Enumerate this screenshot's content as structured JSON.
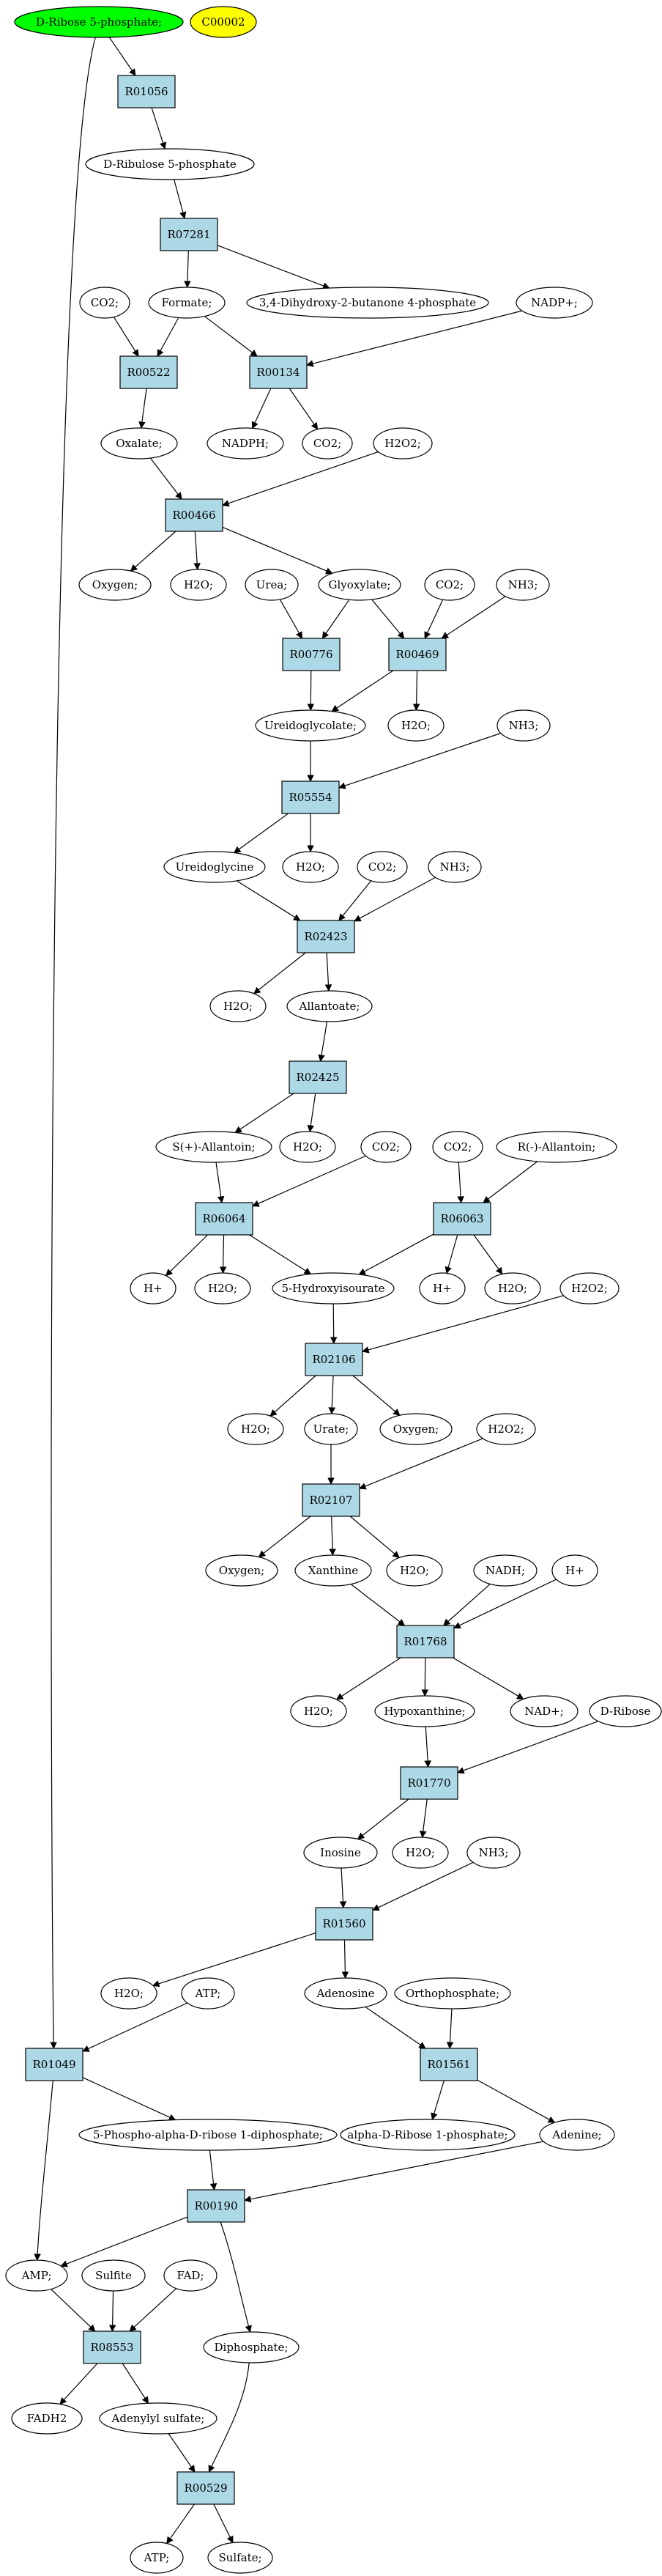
{
  "nodes": [
    {
      "id": "dr5p_top",
      "label": "D-Ribose 5-phosphate;",
      "shape": "ellipse",
      "color": "#00ff00"
    },
    {
      "id": "c00002",
      "label": "C00002",
      "shape": "ellipse",
      "color": "#ffff00"
    },
    {
      "id": "r01056",
      "label": "R01056",
      "shape": "box"
    },
    {
      "id": "drl5p",
      "label": "D-Ribulose 5-phosphate",
      "shape": "ellipse"
    },
    {
      "id": "r07281",
      "label": "R07281",
      "shape": "box"
    },
    {
      "id": "co2_a",
      "label": "CO2;",
      "shape": "ellipse"
    },
    {
      "id": "formate",
      "label": "Formate;",
      "shape": "ellipse"
    },
    {
      "id": "dhb4p",
      "label": "3,4-Dihydroxy-2-butanone 4-phosphate",
      "shape": "ellipse"
    },
    {
      "id": "nadp",
      "label": "NADP+;",
      "shape": "ellipse"
    },
    {
      "id": "r00522",
      "label": "R00522",
      "shape": "box"
    },
    {
      "id": "r00134",
      "label": "R00134",
      "shape": "box"
    },
    {
      "id": "nadph",
      "label": "NADPH;",
      "shape": "ellipse"
    },
    {
      "id": "co2_b",
      "label": "CO2;",
      "shape": "ellipse"
    },
    {
      "id": "oxalate",
      "label": "Oxalate;",
      "shape": "ellipse"
    },
    {
      "id": "h2o2_a",
      "label": "H2O2;",
      "shape": "ellipse"
    },
    {
      "id": "r00466",
      "label": "R00466",
      "shape": "box"
    },
    {
      "id": "oxygen_a",
      "label": "Oxygen;",
      "shape": "ellipse"
    },
    {
      "id": "h2o_a",
      "label": "H2O;",
      "shape": "ellipse"
    },
    {
      "id": "urea",
      "label": "Urea;",
      "shape": "ellipse"
    },
    {
      "id": "glyoxylate",
      "label": "Glyoxylate;",
      "shape": "ellipse"
    },
    {
      "id": "co2_c",
      "label": "CO2;",
      "shape": "ellipse"
    },
    {
      "id": "nh3_a",
      "label": "NH3;",
      "shape": "ellipse"
    },
    {
      "id": "r00776",
      "label": "R00776",
      "shape": "box"
    },
    {
      "id": "r00469",
      "label": "R00469",
      "shape": "box"
    },
    {
      "id": "ureidoglycolate",
      "label": "Ureidoglycolate;",
      "shape": "ellipse"
    },
    {
      "id": "h2o_b",
      "label": "H2O;",
      "shape": "ellipse"
    },
    {
      "id": "nh3_b",
      "label": "NH3;",
      "shape": "ellipse"
    },
    {
      "id": "r05554",
      "label": "R05554",
      "shape": "box"
    },
    {
      "id": "ureidoglycine",
      "label": "Ureidoglycine",
      "shape": "ellipse"
    },
    {
      "id": "h2o_c",
      "label": "H2O;",
      "shape": "ellipse"
    },
    {
      "id": "co2_d",
      "label": "CO2;",
      "shape": "ellipse"
    },
    {
      "id": "nh3_c",
      "label": "NH3;",
      "shape": "ellipse"
    },
    {
      "id": "r02423",
      "label": "R02423",
      "shape": "box"
    },
    {
      "id": "h2o_d",
      "label": "H2O;",
      "shape": "ellipse"
    },
    {
      "id": "allantoate",
      "label": "Allantoate;",
      "shape": "ellipse"
    },
    {
      "id": "r02425",
      "label": "R02425",
      "shape": "box"
    },
    {
      "id": "s_allantoin",
      "label": "S(+)-Allantoin;",
      "shape": "ellipse"
    },
    {
      "id": "h2o_e",
      "label": "H2O;",
      "shape": "ellipse"
    },
    {
      "id": "co2_e",
      "label": "CO2;",
      "shape": "ellipse"
    },
    {
      "id": "co2_f",
      "label": "CO2;",
      "shape": "ellipse"
    },
    {
      "id": "r_allantoin",
      "label": "R(-)-Allantoin;",
      "shape": "ellipse"
    },
    {
      "id": "r06064",
      "label": "R06064",
      "shape": "box"
    },
    {
      "id": "r06063",
      "label": "R06063",
      "shape": "box"
    },
    {
      "id": "hplus_a",
      "label": "H+",
      "shape": "ellipse"
    },
    {
      "id": "h2o_f",
      "label": "H2O;",
      "shape": "ellipse"
    },
    {
      "id": "hiu",
      "label": "5-Hydroxyisourate",
      "shape": "ellipse"
    },
    {
      "id": "hplus_b",
      "label": "H+",
      "shape": "ellipse"
    },
    {
      "id": "h2o_g",
      "label": "H2O;",
      "shape": "ellipse"
    },
    {
      "id": "h2o2_b",
      "label": "H2O2;",
      "shape": "ellipse"
    },
    {
      "id": "r02106",
      "label": "R02106",
      "shape": "box"
    },
    {
      "id": "h2o_h",
      "label": "H2O;",
      "shape": "ellipse"
    },
    {
      "id": "urate",
      "label": "Urate;",
      "shape": "ellipse"
    },
    {
      "id": "oxygen_b",
      "label": "Oxygen;",
      "shape": "ellipse"
    },
    {
      "id": "h2o2_c",
      "label": "H2O2;",
      "shape": "ellipse"
    },
    {
      "id": "r02107",
      "label": "R02107",
      "shape": "box"
    },
    {
      "id": "oxygen_c",
      "label": "Oxygen;",
      "shape": "ellipse"
    },
    {
      "id": "xanthine",
      "label": "Xanthine",
      "shape": "ellipse"
    },
    {
      "id": "h2o_i",
      "label": "H2O;",
      "shape": "ellipse"
    },
    {
      "id": "nadh",
      "label": "NADH;",
      "shape": "ellipse"
    },
    {
      "id": "hplus_c",
      "label": "H+",
      "shape": "ellipse"
    },
    {
      "id": "r01768",
      "label": "R01768",
      "shape": "box"
    },
    {
      "id": "h2o_j",
      "label": "H2O;",
      "shape": "ellipse"
    },
    {
      "id": "hypoxanthine",
      "label": "Hypoxanthine;",
      "shape": "ellipse"
    },
    {
      "id": "nad",
      "label": "NAD+;",
      "shape": "ellipse"
    },
    {
      "id": "dribose",
      "label": "D-Ribose",
      "shape": "ellipse"
    },
    {
      "id": "r01770",
      "label": "R01770",
      "shape": "box"
    },
    {
      "id": "inosine",
      "label": "Inosine",
      "shape": "ellipse"
    },
    {
      "id": "h2o_k",
      "label": "H2O;",
      "shape": "ellipse"
    },
    {
      "id": "nh3_d",
      "label": "NH3;",
      "shape": "ellipse"
    },
    {
      "id": "r01560",
      "label": "R01560",
      "shape": "box"
    },
    {
      "id": "h2o_l",
      "label": "H2O;",
      "shape": "ellipse"
    },
    {
      "id": "atp_a",
      "label": "ATP;",
      "shape": "ellipse"
    },
    {
      "id": "adenosine",
      "label": "Adenosine",
      "shape": "ellipse"
    },
    {
      "id": "orthophosphate",
      "label": "Orthophosphate;",
      "shape": "ellipse"
    },
    {
      "id": "r01049",
      "label": "R01049",
      "shape": "box"
    },
    {
      "id": "r01561",
      "label": "R01561",
      "shape": "box"
    },
    {
      "id": "prpp",
      "label": "5-Phospho-alpha-D-ribose 1-diphosphate;",
      "shape": "ellipse"
    },
    {
      "id": "adr1p",
      "label": "alpha-D-Ribose 1-phosphate;",
      "shape": "ellipse"
    },
    {
      "id": "adenine",
      "label": "Adenine;",
      "shape": "ellipse"
    },
    {
      "id": "r00190",
      "label": "R00190",
      "shape": "box"
    },
    {
      "id": "amp",
      "label": "AMP;",
      "shape": "ellipse"
    },
    {
      "id": "sulfite",
      "label": "Sulfite",
      "shape": "ellipse"
    },
    {
      "id": "fad",
      "label": "FAD;",
      "shape": "ellipse"
    },
    {
      "id": "r08553",
      "label": "R08553",
      "shape": "box"
    },
    {
      "id": "diphosphate",
      "label": "Diphosphate;",
      "shape": "ellipse"
    },
    {
      "id": "fadh2",
      "label": "FADH2",
      "shape": "ellipse"
    },
    {
      "id": "adenylylsulfate",
      "label": "Adenylyl sulfate;",
      "shape": "ellipse"
    },
    {
      "id": "r00529",
      "label": "R00529",
      "shape": "box"
    },
    {
      "id": "atp_b",
      "label": "ATP;",
      "shape": "ellipse"
    },
    {
      "id": "sulfate",
      "label": "Sulfate;",
      "shape": "ellipse"
    }
  ],
  "edges": [
    [
      "dr5p_top",
      "r01056"
    ],
    [
      "r01056",
      "drl5p"
    ],
    [
      "drl5p",
      "r07281"
    ],
    [
      "r07281",
      "formate"
    ],
    [
      "r07281",
      "dhb4p"
    ],
    [
      "co2_a",
      "r00522"
    ],
    [
      "formate",
      "r00522"
    ],
    [
      "formate",
      "r00134"
    ],
    [
      "nadp",
      "r00134"
    ],
    [
      "r00134",
      "nadph"
    ],
    [
      "r00134",
      "co2_b"
    ],
    [
      "r00522",
      "oxalate"
    ],
    [
      "oxalate",
      "r00466"
    ],
    [
      "h2o2_a",
      "r00466"
    ],
    [
      "r00466",
      "oxygen_a"
    ],
    [
      "r00466",
      "h2o_a"
    ],
    [
      "r00466",
      "glyoxylate"
    ],
    [
      "urea",
      "r00776"
    ],
    [
      "glyoxylate",
      "r00776"
    ],
    [
      "glyoxylate",
      "r00469"
    ],
    [
      "co2_c",
      "r00469"
    ],
    [
      "nh3_a",
      "r00469"
    ],
    [
      "r00776",
      "ureidoglycolate"
    ],
    [
      "r00469",
      "ureidoglycolate"
    ],
    [
      "r00469",
      "h2o_b"
    ],
    [
      "ureidoglycolate",
      "r05554"
    ],
    [
      "nh3_b",
      "r05554"
    ],
    [
      "r05554",
      "ureidoglycine"
    ],
    [
      "r05554",
      "h2o_c"
    ],
    [
      "ureidoglycine",
      "r02423"
    ],
    [
      "co2_d",
      "r02423"
    ],
    [
      "nh3_c",
      "r02423"
    ],
    [
      "r02423",
      "h2o_d"
    ],
    [
      "r02423",
      "allantoate"
    ],
    [
      "allantoate",
      "r02425"
    ],
    [
      "r02425",
      "s_allantoin"
    ],
    [
      "r02425",
      "h2o_e"
    ],
    [
      "s_allantoin",
      "r06064"
    ],
    [
      "co2_e",
      "r06064"
    ],
    [
      "co2_f",
      "r06063"
    ],
    [
      "r_allantoin",
      "r06063"
    ],
    [
      "r06064",
      "hplus_a"
    ],
    [
      "r06064",
      "h2o_f"
    ],
    [
      "r06064",
      "hiu"
    ],
    [
      "r06063",
      "hiu"
    ],
    [
      "r06063",
      "hplus_b"
    ],
    [
      "r06063",
      "h2o_g"
    ],
    [
      "hiu",
      "r02106"
    ],
    [
      "h2o2_b",
      "r02106"
    ],
    [
      "r02106",
      "h2o_h"
    ],
    [
      "r02106",
      "urate"
    ],
    [
      "r02106",
      "oxygen_b"
    ],
    [
      "urate",
      "r02107"
    ],
    [
      "h2o2_c",
      "r02107"
    ],
    [
      "r02107",
      "oxygen_c"
    ],
    [
      "r02107",
      "xanthine"
    ],
    [
      "r02107",
      "h2o_i"
    ],
    [
      "xanthine",
      "r01768"
    ],
    [
      "nadh",
      "r01768"
    ],
    [
      "hplus_c",
      "r01768"
    ],
    [
      "r01768",
      "h2o_j"
    ],
    [
      "r01768",
      "hypoxanthine"
    ],
    [
      "r01768",
      "nad"
    ],
    [
      "hypoxanthine",
      "r01770"
    ],
    [
      "dribose",
      "r01770"
    ],
    [
      "r01770",
      "inosine"
    ],
    [
      "r01770",
      "h2o_k"
    ],
    [
      "inosine",
      "r01560"
    ],
    [
      "nh3_d",
      "r01560"
    ],
    [
      "r01560",
      "h2o_l"
    ],
    [
      "r01560",
      "adenosine"
    ],
    [
      "dr5p_top",
      "r01049"
    ],
    [
      "atp_a",
      "r01049"
    ],
    [
      "adenosine",
      "r01561"
    ],
    [
      "orthophosphate",
      "r01561"
    ],
    [
      "r01049",
      "amp"
    ],
    [
      "r01049",
      "prpp"
    ],
    [
      "r01561",
      "adr1p"
    ],
    [
      "r01561",
      "adenine"
    ],
    [
      "prpp",
      "r00190"
    ],
    [
      "adenine",
      "r00190"
    ],
    [
      "r00190",
      "amp"
    ],
    [
      "r00190",
      "diphosphate"
    ],
    [
      "amp",
      "r08553"
    ],
    [
      "sulfite",
      "r08553"
    ],
    [
      "fad",
      "r08553"
    ],
    [
      "r08553",
      "fadh2"
    ],
    [
      "r08553",
      "adenylylsulfate"
    ],
    [
      "adenylylsulfate",
      "r00529"
    ],
    [
      "diphosphate",
      "r00529"
    ],
    [
      "r00529",
      "atp_b"
    ],
    [
      "r00529",
      "sulfate"
    ]
  ]
}
